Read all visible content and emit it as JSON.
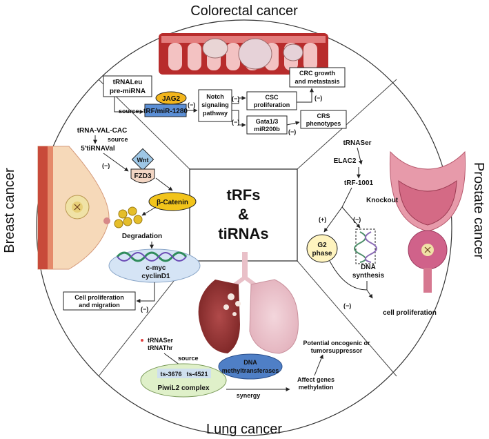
{
  "sections": {
    "top": "Colorectal cancer",
    "left": "Breast cancer",
    "right": "Prostate cancer",
    "bottom": "Lung cancer"
  },
  "center": {
    "line1": "tRFs",
    "line2": "&",
    "line3": "tiRNAs"
  },
  "colorectal": {
    "source_box_l1": "tRNALeu",
    "source_box_l2": "pre-miRNA",
    "jag2": "JAG2",
    "trf": "tRF/miR-1280",
    "source": "source",
    "minus": "(−)",
    "notch_l1": "Notch",
    "notch_l2": "signaling",
    "notch_l3": "pathway",
    "growth_l1": "CRC growth",
    "growth_l2": "and metastasis",
    "csc_l1": "CSC",
    "csc_l2": "proliferation",
    "gata_l1": "Gata1/3",
    "gata_l2": "miR200b",
    "crs_l1": "CRS",
    "crs_l2": "phenotypes"
  },
  "breast": {
    "trna": "tRNA-VAL-CAC",
    "source": "source",
    "tirna": "5'tiRNAVal",
    "minus": "(−)",
    "wnt": "Wnt",
    "fzd3": "FZD3",
    "beta": "β-Catenin",
    "degradation": "Degradation",
    "cmyc": "c-myc",
    "cyclin": "cyclinD1",
    "prolif_l1": "Cell proliferation",
    "prolif_l2": "and migration"
  },
  "prostate": {
    "trna": "tRNASer",
    "elac": "ELAC2",
    "trf": "tRF-1001",
    "knockout": "Knockout",
    "plus": "(+)",
    "minus": "(−)",
    "g2_l1": "G2",
    "g2_l2": "phase",
    "dna_l1": "DNA",
    "dna_l2": "synthesis",
    "prolif": "cell proliferation"
  },
  "lung": {
    "trna1": "tRNASer",
    "trna2": "tRNAThr",
    "source": "source",
    "ts1": "ts-3676",
    "ts2": "ts-4521",
    "piwil": "PiwiL2 complex",
    "dnmt_l1": "DNA",
    "dnmt_l2": "methyltransferases",
    "synergy": "synergy",
    "affect_l1": "Affect genes",
    "affect_l2": "methylation",
    "pot_l1": "Potential oncogenic or",
    "pot_l2": "tumorsuppressor"
  },
  "colors": {
    "jag2": "#f2b51c",
    "trf_box": "#5b8fd6",
    "beta_catenin": "#f2c41b",
    "wnt": "#9ec7e6",
    "piwil": "#dff0c9",
    "dnmt": "#4f7fc6",
    "dna_oval": "#d5e4f5",
    "g2": "#fff4bf"
  }
}
